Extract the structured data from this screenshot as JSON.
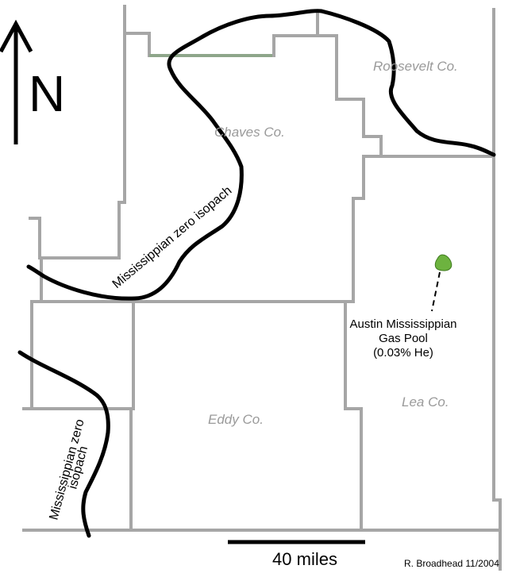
{
  "north_arrow": {
    "letter": "N",
    "icon": "north-arrow-icon"
  },
  "counties": {
    "roosevelt": "Roosevelt Co.",
    "chaves": "Chaves Co.",
    "eddy": "Eddy Co.",
    "lea": "Lea Co."
  },
  "isopach_labels": {
    "upper": "Mississippian zero isopach",
    "lower_line1": "Mississippian zero",
    "lower_line2": "isopach"
  },
  "gas_pool": {
    "line1": "Austin Mississippian",
    "line2": "Gas Pool",
    "line3": "(0.03% He)",
    "marker_color": "#6db33f"
  },
  "scale": {
    "label": "40 miles"
  },
  "credit": "R. Broadhead 11/2004",
  "colors": {
    "county_boundary": "#a6a6a6",
    "isopach_line": "#000000",
    "county_label": "#9a9a9a"
  }
}
